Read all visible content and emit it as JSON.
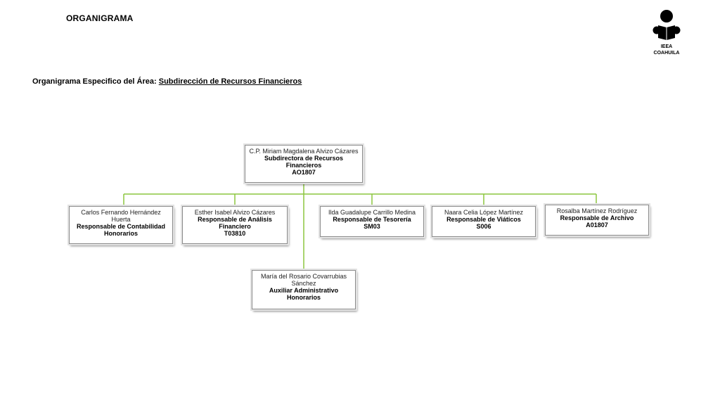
{
  "header": {
    "title": "ORGANIGRAMA",
    "logo_line1": "IEEA",
    "logo_line2": "COAHUILA"
  },
  "subtitle": {
    "prefix": "Organigrama Especifico del Área:",
    "area": "Subdirección de Recursos Financieros"
  },
  "colors": {
    "connector": "#8cc63f",
    "box_border": "#8c8c8c"
  },
  "org": {
    "head": {
      "name": "C.P. Miriam Magdalena Alvizo Cázares",
      "role": "Subdirectora de Recursos Financieros",
      "code": "AO1807"
    },
    "staff": [
      {
        "name": "Carlos Fernando Hernández Huerta",
        "role": "Responsable de Contabilidad",
        "code": "Honorarios"
      },
      {
        "name": "Esther Isabel Alvizo Cázares",
        "role": "Responsable de Análisis Financiero",
        "code": "T03810"
      },
      {
        "name": "Ilda Guadalupe Carrillo Medina",
        "role": "Responsable de Tesorería",
        "code": "SM03"
      },
      {
        "name": "Naara Celia López Martínez",
        "role": "Responsable de Viáticos",
        "code": "S006"
      },
      {
        "name": "Rosalba Martínez Rodríguez",
        "role": "Responsable de Archivo",
        "code": "A01807"
      }
    ],
    "assistant": {
      "name": "María del Rosario Covarrubias Sánchez",
      "role": "Auxiliar Administrativo",
      "code": "Honorarios"
    }
  }
}
